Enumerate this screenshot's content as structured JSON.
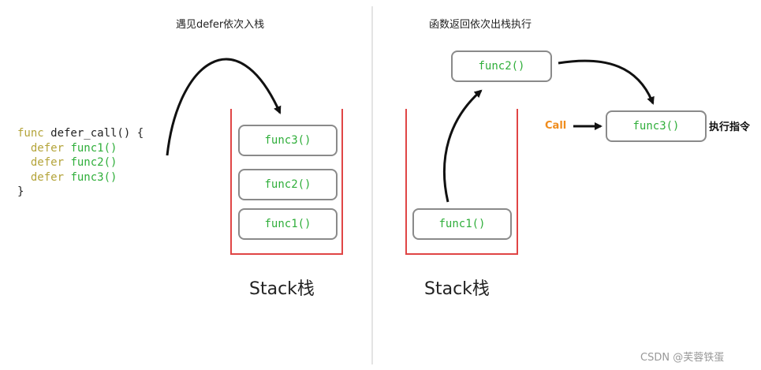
{
  "left_panel": {
    "caption": "遇见defer依次入栈",
    "code": {
      "line1_kw": "func",
      "line1_rest": " defer_call() {",
      "line2_kw": "defer",
      "line2_fn": "func1()",
      "line3_kw": "defer",
      "line3_fn": "func2()",
      "line4_kw": "defer",
      "line4_fn": "func3()",
      "line5": "}"
    },
    "stack": [
      "func3()",
      "func2()",
      "func1()"
    ],
    "stack_label": "Stack栈"
  },
  "right_panel": {
    "caption": "函数返回依次出栈执行",
    "popped": "func2()",
    "executing": "func3()",
    "call_label": "Call",
    "exec_label": "执行指令",
    "stack": [
      "func1()"
    ],
    "stack_label": "Stack栈"
  },
  "watermark": "CSDN @芙蓉铁蛋",
  "colors": {
    "stack_border": "#e04545",
    "box_border": "#8a8a8a",
    "func_text": "#2fae3a",
    "keyword": "#b4a43a",
    "call": "#f08c1c"
  }
}
